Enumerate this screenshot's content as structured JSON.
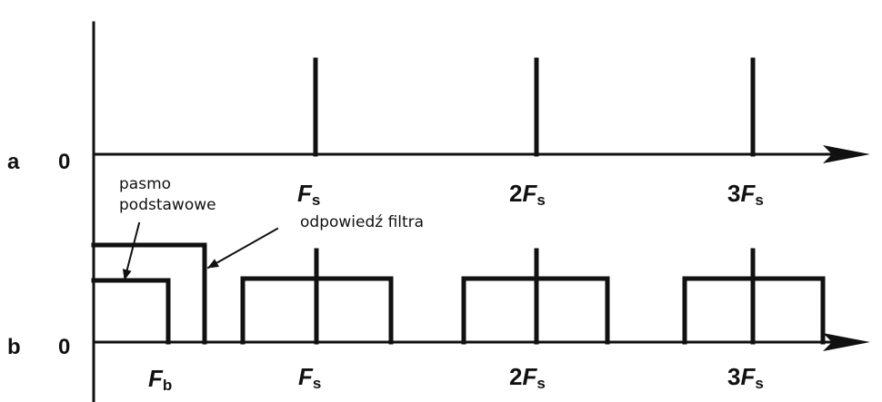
{
  "panel_a": {
    "row_label": "a",
    "origin": "0",
    "ticks": [
      {
        "coef": "",
        "sym": "F",
        "sub": "s"
      },
      {
        "coef": "2",
        "sym": "F",
        "sub": "s"
      },
      {
        "coef": "3",
        "sym": "F",
        "sub": "s"
      }
    ]
  },
  "panel_b": {
    "row_label": "b",
    "origin": "0",
    "fb": {
      "sym": "F",
      "sub": "b"
    },
    "ticks": [
      {
        "coef": "",
        "sym": "F",
        "sub": "s"
      },
      {
        "coef": "2",
        "sym": "F",
        "sub": "s"
      },
      {
        "coef": "3",
        "sym": "F",
        "sub": "s"
      }
    ],
    "annotations": {
      "baseband_line1": "pasmo",
      "baseband_line2": "podstawowe",
      "filter": "odpowiedź filtra"
    }
  },
  "colors": {
    "ink": "#111111",
    "background": "#ffffff"
  }
}
